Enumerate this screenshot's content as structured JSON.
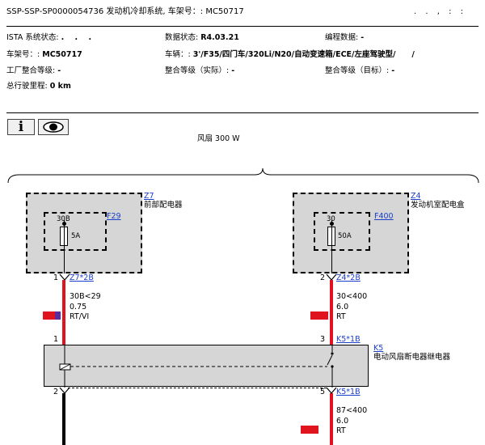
{
  "header": {
    "title": "SSP-SSP-SP0000054736 发动机冷却系统, 车架号：: MC50717",
    "right_marks": ". .  ,  :  :"
  },
  "info": {
    "ista_label": "ISTA 系统状态: ",
    "ista_value": ". . .",
    "data_label": "数据状态: ",
    "data_value": "R4.03.21",
    "prog_label": "编程数据: ",
    "prog_value": "-",
    "vin_label": "车架号：: ",
    "vin_value": "MC50717",
    "vehicle_label": "车辆：: ",
    "vehicle_value": "3'/F35/四门车/320Li/N20/自动变速箱/ECE/左座驾驶型/      /",
    "factory_label": "工厂整合等级: ",
    "factory_value": "-",
    "actual_label": "整合等级（实际）: ",
    "actual_value": "-",
    "target_label": "整合等级（目标）: ",
    "target_value": "-",
    "mileage_label": "总行驶里程: ",
    "mileage_value": "0 km"
  },
  "toolbar": {
    "info_glyph": "i"
  },
  "diagram": {
    "title": "风扇 300 W",
    "z7": {
      "code": "Z7",
      "name": "前部配电器",
      "fuse_link": "F29",
      "fuse_pin": "30B",
      "fuse_rating": "5A"
    },
    "z4": {
      "code": "Z4",
      "name": "发动机室配电盒",
      "fuse_link": "F400",
      "fuse_pin": "30",
      "fuse_rating": "50A"
    },
    "k5": {
      "code": "K5",
      "name": "电动风扇断电器继电器"
    },
    "pins": {
      "left_top_num": "1",
      "left_top_conn": "Z7*2B",
      "right_top_num": "2",
      "right_top_conn": "Z4*2B",
      "left_relay_in": "1",
      "right_relay_in": "3",
      "right_relay_in_conn": "K5*1B",
      "left_relay_out": "2",
      "right_relay_out": "5",
      "right_relay_out_conn": "K5*1B"
    },
    "wires": {
      "left": {
        "signal": "30B<29",
        "gauge": "0.75",
        "color": "RT/VI"
      },
      "right": {
        "signal": "30<400",
        "gauge": "6.0",
        "color": "RT"
      },
      "bottom_right": {
        "signal": "87<400",
        "gauge": "6.0",
        "color": "RT"
      }
    },
    "colors": {
      "red": "#e0141e",
      "violet": "#5a2ca0",
      "box_fill": "#d6d6d6"
    }
  }
}
